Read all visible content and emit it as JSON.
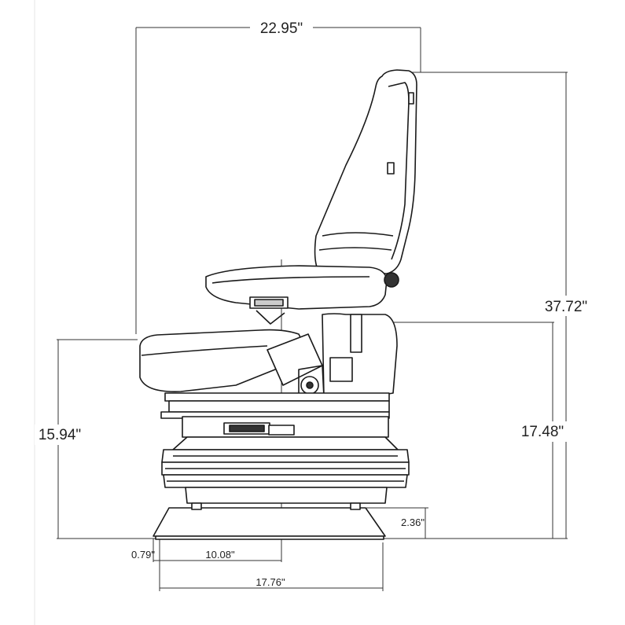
{
  "diagram": {
    "subject": "seat",
    "dimensions": {
      "overall_depth": "22.95\"",
      "overall_height": "37.72\"",
      "seat_height": "15.94\"",
      "armrest_height": "17.48\"",
      "base_height": "2.36\"",
      "front_offset": "0.79\"",
      "seat_index_depth": "10.08\"",
      "base_depth": "17.76\""
    },
    "colors": {
      "line": "#1a1a1a",
      "dimension": "#333333",
      "background": "#ffffff"
    }
  }
}
